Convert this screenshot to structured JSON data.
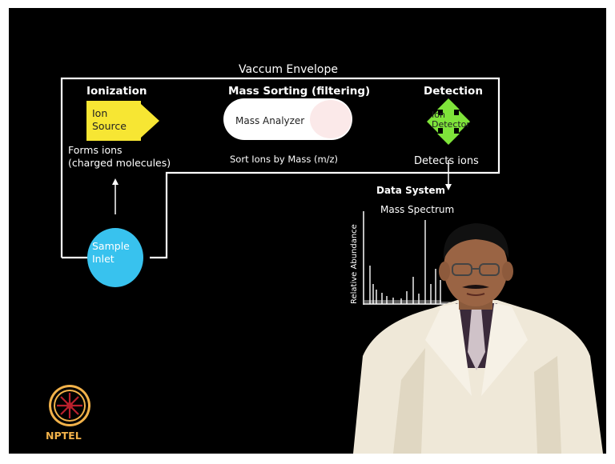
{
  "diagram": {
    "envelope_title": "Vaccum Envelope",
    "ionization_heading": "Ionization",
    "sorting_heading": "Mass Sorting (filtering)",
    "detection_heading": "Detection",
    "ion_source_label": "Ion\nSource",
    "mass_analyzer_label": "Mass Analyzer",
    "ion_detector_label": "Ion\nDetector",
    "sample_inlet_label": "Sample\nInlet",
    "forms_ions_text": "Forms ions\n(charged molecules)",
    "sort_ions_text": "Sort Ions by Mass (m/z)",
    "detects_ions_text": "Detects ions",
    "data_system_label": "Data System",
    "mass_spectrum_label": "Mass Spectrum",
    "rel_abundance_label": "Relative Abundance"
  },
  "colors": {
    "background": "#000000",
    "ion_source": "#f7e633",
    "detector": "#7fe43a",
    "sample_inlet": "#38c2ee",
    "analyzer": "#ffffff",
    "logo": "#f2b24a"
  },
  "logo": {
    "text": "NPTEL"
  }
}
